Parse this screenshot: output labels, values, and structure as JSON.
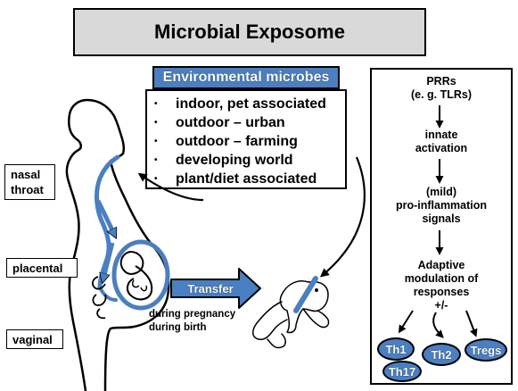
{
  "title": "Microbial Exposome",
  "environmental": {
    "header": "Environmental microbes",
    "items": [
      "indoor, pet associated",
      "outdoor – urban",
      "outdoor – farming",
      "developing world",
      "plant/diet associated"
    ],
    "bullet": "•"
  },
  "body_sites": {
    "nasal_throat": [
      "nasal",
      "throat"
    ],
    "placental": "placental",
    "vaginal": "vaginal"
  },
  "transfer": {
    "label": "Transfer",
    "modes": [
      "during pregnancy",
      "during birth"
    ]
  },
  "pathway": {
    "prrs": [
      "PRRs",
      "(e. g. TLRs)"
    ],
    "innate": [
      "innate",
      "activation"
    ],
    "signals": [
      "(mild)",
      "pro-inflammation",
      "signals"
    ],
    "adaptive": [
      "Adaptive",
      "modulation of",
      "responses"
    ],
    "plus_minus": "+/-",
    "cells": [
      "Th1",
      "Th2",
      "Tregs",
      "Th17"
    ]
  },
  "colors": {
    "accent": "#4a7fc1",
    "title_bg": "#d9d9d9",
    "outline": "#000000"
  }
}
